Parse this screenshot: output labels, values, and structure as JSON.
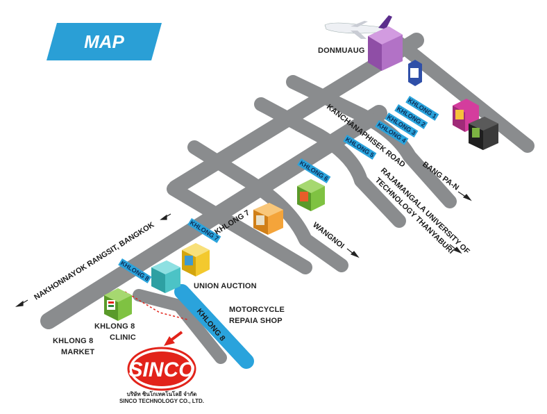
{
  "title": "MAP",
  "places": {
    "donmuang": "DONMUAUG",
    "union_auction": "UNION AUCTION",
    "motorcycle_line1": "MOTORCYCLE",
    "motorcycle_line2": "REPAIA SHOP",
    "clinic_line1": "KHLONG 8",
    "clinic_line2": "CLINIC",
    "market_line1": "KHLONG 8",
    "market_line2": "MARKET"
  },
  "roads": {
    "kanchanaphisek": "KANCHANAPHISEK ROAD",
    "nakhonnayok": "NAKHONNAYOK RANGSIT, BANGKOK",
    "bang_pa_n": "BANG PA-N",
    "wangnoi": "WANGNOI",
    "rajamangala_line1": "RAJAMANGALA UNIVERSITY OF",
    "rajamangala_line2": "TECHNOLOGY THANYABURI",
    "khlong7_road": "KHLONG 7",
    "khlong8_road": "KHLONG 8"
  },
  "khlong_tags": [
    "KHLONG 1",
    "KHLONG 2",
    "KHLONG 3",
    "KHLONG 4",
    "KHLONG 5",
    "KHLONG 6",
    "KHLONG 7",
    "KHLONG 8"
  ],
  "company": {
    "logo": "SINCO",
    "name_thai": "บริษัท ซินโกเทคโนโลยี จำกัด",
    "name_en": "SINCO TECHNOLOGY CO., LTD."
  },
  "colors": {
    "road": "#8a8c8e",
    "road_light": "#9a9c9e",
    "khlong_tag": "#2aa3dc",
    "water": "#2aa3dc",
    "title_banner": "#2a9fd6",
    "logo_red": "#e2231a",
    "pointer_red": "#e2231a"
  },
  "icons": [
    "airplane-icon",
    "arrow-icon",
    "building-icon"
  ]
}
